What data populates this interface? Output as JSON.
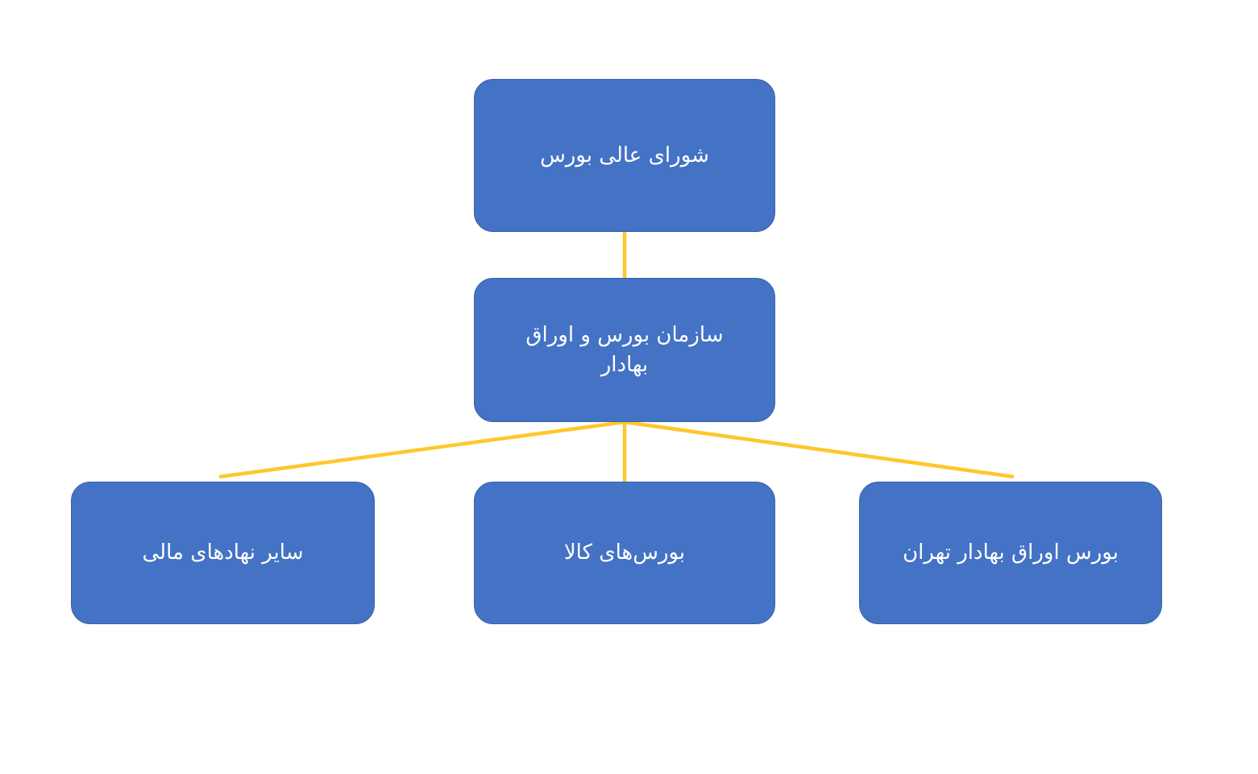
{
  "diagram": {
    "type": "organizational-hierarchy",
    "language": "fa",
    "direction": "rtl",
    "colors": {
      "node_fill": "#4472C4",
      "node_border": "#3A62AC",
      "node_text": "#FFFFFF",
      "connector": "#FFC72C",
      "background": "#FFFFFF"
    },
    "nodes": {
      "council": {
        "label": "شورای عالی بورس",
        "level": 1
      },
      "organization": {
        "label": "سازمان بورس و اوراق\nبهادار",
        "level": 2
      },
      "other_institutions": {
        "label": "سایر نهادهای مالی",
        "level": 3
      },
      "commodity_exchanges": {
        "label": "بورس‌های کالا",
        "level": 3
      },
      "tehran_exchange": {
        "label": "بورس اوراق بهادار تهران",
        "level": 3
      }
    },
    "connectors": [
      {
        "name": "council-to-organization",
        "from": "council",
        "to": "organization",
        "shape": "vertical"
      },
      {
        "name": "organization-to-other-institutions",
        "from": "organization",
        "to": "other_institutions",
        "shape": "diagonal-left"
      },
      {
        "name": "organization-to-commodity",
        "from": "organization",
        "to": "commodity_exchanges",
        "shape": "vertical"
      },
      {
        "name": "organization-to-tehran",
        "from": "organization",
        "to": "tehran_exchange",
        "shape": "diagonal-right"
      }
    ]
  }
}
